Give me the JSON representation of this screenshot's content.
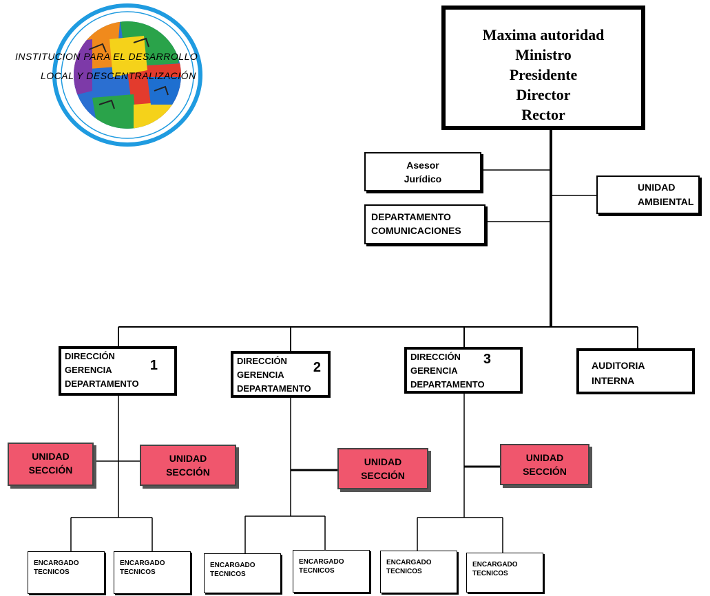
{
  "logo": {
    "line1": "INSTITUCION PARA EL DESARROLLO",
    "line2": "LOCAL Y DESCENTRALIZACIÓN",
    "colors": [
      "#1e6fd0",
      "#f08a1c",
      "#2aa34a",
      "#e33b2d",
      "#f5d21a",
      "#7d3aa8"
    ]
  },
  "top": {
    "lines": [
      "Maxima autoridad",
      "Ministro",
      "Presidente",
      "Director",
      "Rector"
    ]
  },
  "advisors": {
    "asesor": [
      "Asesor",
      "Jurídico"
    ],
    "comunicaciones": [
      "DEPARTAMENTO",
      "COMUNICACIONES"
    ],
    "ambiental": [
      "UNIDAD",
      "AMBIENTAL"
    ]
  },
  "directions": [
    {
      "lines": [
        "DIRECCIÓN",
        "GERENCIA",
        "DEPARTAMENTO"
      ],
      "number": "1"
    },
    {
      "lines": [
        "DIRECCIÓN",
        "GERENCIA",
        "DEPARTAMENTO"
      ],
      "number": "2"
    },
    {
      "lines": [
        "DIRECCIÓN",
        "GERENCIA",
        "DEPARTAMENTO"
      ],
      "number": "3"
    }
  ],
  "auditoria": [
    "AUDITORIA",
    "INTERNA"
  ],
  "unit": {
    "line1": "UNIDAD",
    "line2": "SECCIÓN",
    "color": "#f0566d"
  },
  "encargado": {
    "line1": "ENCARGADO",
    "line2": "TECNICOS"
  }
}
